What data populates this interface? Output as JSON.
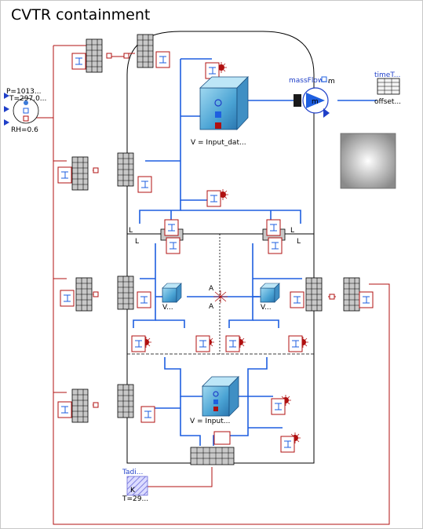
{
  "diagram": {
    "title": "CVTR containment",
    "boundary": {
      "p_label": "P=1013...",
      "t_label": "T=297.0...",
      "rh_label": "RH=0.6"
    },
    "volumes": {
      "main_label": "V = Input_dat...",
      "lower_label": "V = Input...",
      "left_small_label": "V...",
      "right_small_label": "V..."
    },
    "mass_flow": {
      "label": "massFlow...",
      "symbol": "m",
      "port_label": "m"
    },
    "time_table": {
      "name_label": "timeT...",
      "offset_label": "offset..."
    },
    "tadi": {
      "name_label": "Tadi...",
      "k_label": "K",
      "t_label": "T=29..."
    },
    "junction_labels": {
      "a_top": "A",
      "a_bottom": "A"
    },
    "colors": {
      "fluid_line": "#1e5fe0",
      "heat_line": "#b01010",
      "volume_fill": "#5ab0d8",
      "wall_fill": "#bdbdbd"
    }
  }
}
